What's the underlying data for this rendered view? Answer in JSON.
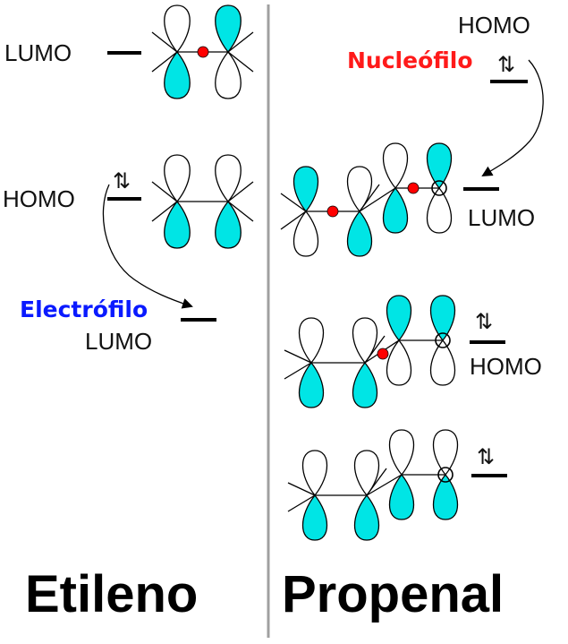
{
  "colors": {
    "lobe_filled": "#00e5e5",
    "lobe_empty": "#ffffff",
    "node_dot": "#ff0000",
    "nucleophile": "#ff1a1a",
    "electrophile": "#0a1aff"
  },
  "etileno": {
    "title": "Etileno",
    "lumo_label": "LUMO",
    "homo_label": "HOMO",
    "electrophile_label": "Electrófilo",
    "electrophile_lumo_label": "LUMO",
    "spin_symbol": "⇅"
  },
  "propenal": {
    "title": "Propenal",
    "homo_top_label": "HOMO",
    "nucleophile_label": "Nucleófilo",
    "lumo_label": "LUMO",
    "homo_label": "HOMO",
    "spin_symbol": "⇅"
  },
  "icons": {
    "orbital": "p-orbital-lobe-pair",
    "node": "node-dot",
    "arrow": "curved-arrow"
  }
}
